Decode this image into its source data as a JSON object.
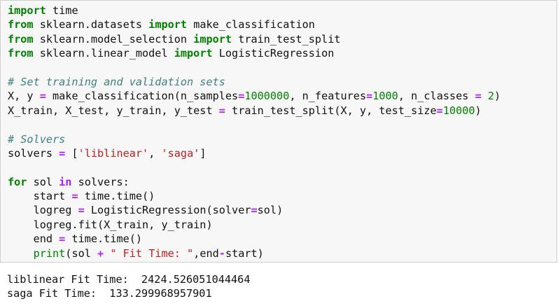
{
  "code_cell": {
    "lines": [
      [
        {
          "t": "import",
          "c": "kw"
        },
        {
          "t": " time",
          "c": ""
        }
      ],
      [
        {
          "t": "from",
          "c": "kw"
        },
        {
          "t": " sklearn.datasets ",
          "c": ""
        },
        {
          "t": "import",
          "c": "kw"
        },
        {
          "t": " make_classification",
          "c": ""
        }
      ],
      [
        {
          "t": "from",
          "c": "kw"
        },
        {
          "t": " sklearn.model_selection ",
          "c": ""
        },
        {
          "t": "import",
          "c": "kw"
        },
        {
          "t": " train_test_split",
          "c": ""
        }
      ],
      [
        {
          "t": "from",
          "c": "kw"
        },
        {
          "t": " sklearn.linear_model ",
          "c": ""
        },
        {
          "t": "import",
          "c": "kw"
        },
        {
          "t": " LogisticRegression",
          "c": ""
        }
      ],
      [],
      [
        {
          "t": "# Set training and validation sets",
          "c": "cm"
        }
      ],
      [
        {
          "t": "X, y ",
          "c": ""
        },
        {
          "t": "=",
          "c": "op"
        },
        {
          "t": " make_classification(n_samples",
          "c": ""
        },
        {
          "t": "=",
          "c": "op"
        },
        {
          "t": "1000000",
          "c": "num"
        },
        {
          "t": ", n_features",
          "c": ""
        },
        {
          "t": "=",
          "c": "op"
        },
        {
          "t": "1000",
          "c": "num"
        },
        {
          "t": ", n_classes ",
          "c": ""
        },
        {
          "t": "=",
          "c": "op"
        },
        {
          "t": " ",
          "c": ""
        },
        {
          "t": "2",
          "c": "num"
        },
        {
          "t": ")",
          "c": ""
        }
      ],
      [
        {
          "t": "X_train, X_test, y_train, y_test ",
          "c": ""
        },
        {
          "t": "=",
          "c": "op"
        },
        {
          "t": " train_test_split(X, y, test_size",
          "c": ""
        },
        {
          "t": "=",
          "c": "op"
        },
        {
          "t": "10000",
          "c": "num"
        },
        {
          "t": ")",
          "c": ""
        }
      ],
      [],
      [
        {
          "t": "# Solvers",
          "c": "cm"
        }
      ],
      [
        {
          "t": "solvers ",
          "c": ""
        },
        {
          "t": "=",
          "c": "op"
        },
        {
          "t": " [",
          "c": ""
        },
        {
          "t": "'liblinear'",
          "c": "str"
        },
        {
          "t": ", ",
          "c": ""
        },
        {
          "t": "'saga'",
          "c": "str"
        },
        {
          "t": "]",
          "c": ""
        }
      ],
      [],
      [
        {
          "t": "for",
          "c": "kw"
        },
        {
          "t": " sol ",
          "c": ""
        },
        {
          "t": "in",
          "c": "op"
        },
        {
          "t": " solvers:",
          "c": ""
        }
      ],
      [
        {
          "t": "    start ",
          "c": ""
        },
        {
          "t": "=",
          "c": "op"
        },
        {
          "t": " time.time()",
          "c": ""
        }
      ],
      [
        {
          "t": "    logreg ",
          "c": ""
        },
        {
          "t": "=",
          "c": "op"
        },
        {
          "t": " LogisticRegression(solver",
          "c": ""
        },
        {
          "t": "=",
          "c": "op"
        },
        {
          "t": "sol)",
          "c": ""
        }
      ],
      [
        {
          "t": "    logreg.fit(X_train, y_train)",
          "c": ""
        }
      ],
      [
        {
          "t": "    end ",
          "c": ""
        },
        {
          "t": "=",
          "c": "op"
        },
        {
          "t": " time.time()",
          "c": ""
        }
      ],
      [
        {
          "t": "    ",
          "c": ""
        },
        {
          "t": "print",
          "c": "bi"
        },
        {
          "t": "(sol ",
          "c": ""
        },
        {
          "t": "+",
          "c": "op"
        },
        {
          "t": " ",
          "c": ""
        },
        {
          "t": "\" Fit Time: \"",
          "c": "str"
        },
        {
          "t": ",end",
          "c": ""
        },
        {
          "t": "-",
          "c": "op"
        },
        {
          "t": "start)",
          "c": ""
        }
      ]
    ]
  },
  "output": {
    "line1": "liblinear Fit Time:  2424.526051044464",
    "line2": "saga Fit Time:  133.299968957901"
  }
}
